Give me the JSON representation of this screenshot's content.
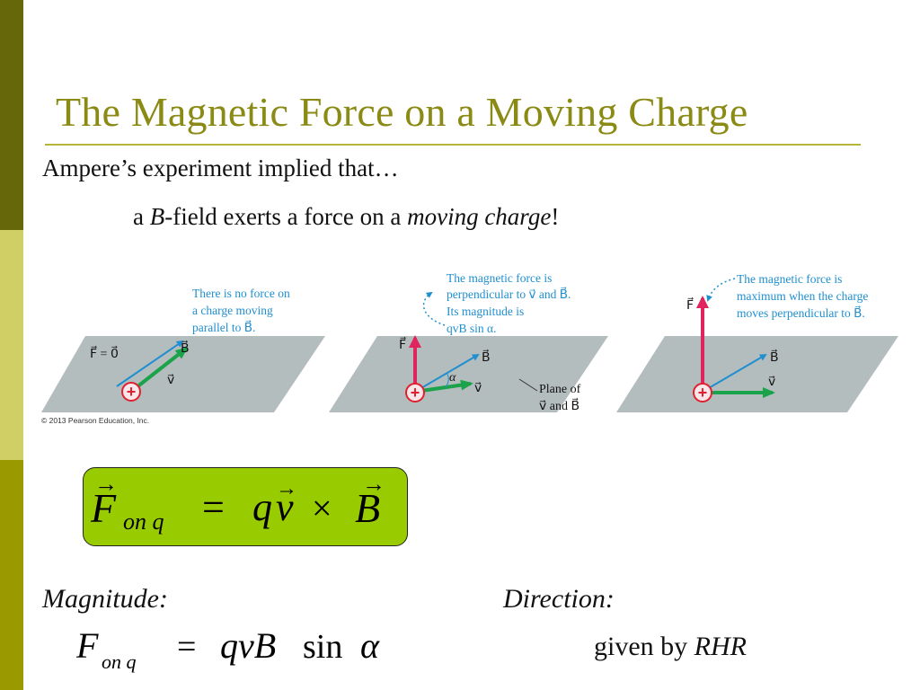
{
  "slide": {
    "title": "The Magnetic Force on a Moving Charge",
    "line1": "Ampere’s experiment implied that…",
    "line2": {
      "prefix": "a ",
      "b_symbol": "B",
      "mid": "-field exerts a force on a ",
      "emph": "moving charge",
      "suffix": "!"
    }
  },
  "figure": {
    "panel1": {
      "note": [
        "There is no force on",
        "a charge moving",
        "parallel to B⃗."
      ],
      "force_label": "F⃗ = 0⃗",
      "b_label": "B⃗",
      "v_label": "v⃗"
    },
    "panel2": {
      "note": [
        "The magnetic force is",
        "perpendicular to v⃗ and B⃗.",
        "Its magnitude is",
        "qvB sin α."
      ],
      "f_label": "F⃗",
      "b_label": "B⃗",
      "v_label": "v⃗",
      "alpha_label": "α",
      "plane_label": [
        "Plane of",
        "v⃗ and B⃗"
      ]
    },
    "panel3": {
      "note": [
        "The magnetic force is",
        "maximum when the charge",
        "moves perpendicular to B⃗."
      ],
      "f_label": "F⃗",
      "b_label": "B⃗",
      "v_label": "v⃗"
    },
    "charge_symbol": "+",
    "credit": "© 2013 Pearson Education, Inc."
  },
  "equation_box": {
    "F": "F",
    "subscript": "on q",
    "eq": "=",
    "q": "q",
    "v": "v",
    "times": "×",
    "B": "B",
    "arrow": "→"
  },
  "magnitude": {
    "label": "Magnitude:",
    "F": "F",
    "subscript": "on q",
    "eq": "=",
    "qvB": "qvB",
    "sin": "sin",
    "alpha": "α"
  },
  "direction": {
    "label": "Direction:",
    "text": "given by ",
    "rhr": "RHR"
  },
  "colors": {
    "sidebar_top": "#66660a",
    "sidebar_mid": "#cfcf66",
    "sidebar_bottom": "#9a9a00",
    "title": "#8a8a14",
    "eq_box": "#99cc00",
    "plane": "#b4bdbd",
    "b_vector": "#1f8fcf",
    "v_vector": "#1aa34a",
    "f_vector": "#e0245e",
    "charge": "#e02030"
  }
}
